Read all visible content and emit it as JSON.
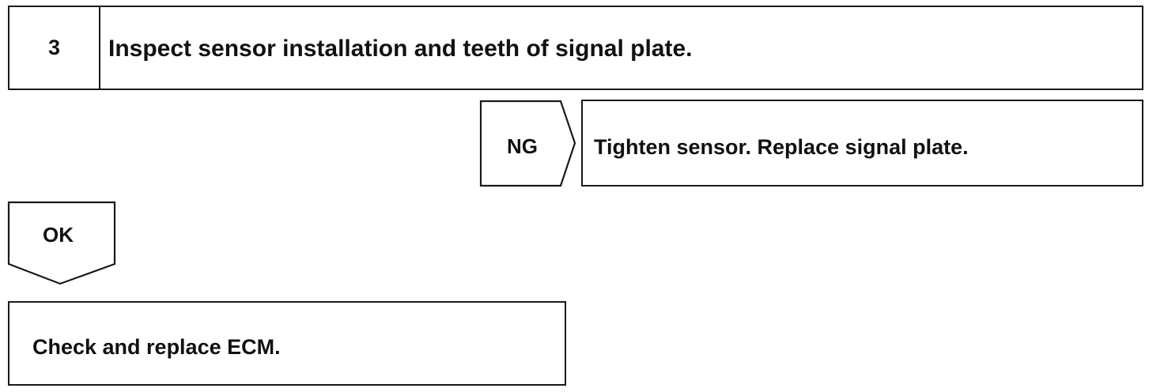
{
  "step": {
    "number": "3",
    "title": "Inspect sensor installation and teeth of signal plate."
  },
  "ng_branch": {
    "label": "NG",
    "action": "Tighten sensor. Replace signal plate."
  },
  "ok_branch": {
    "label": "OK"
  },
  "final_step": {
    "action": "Check and replace ECM."
  },
  "colors": {
    "line": "#1a1a1a",
    "background": "#ffffff",
    "text": "#111111"
  }
}
